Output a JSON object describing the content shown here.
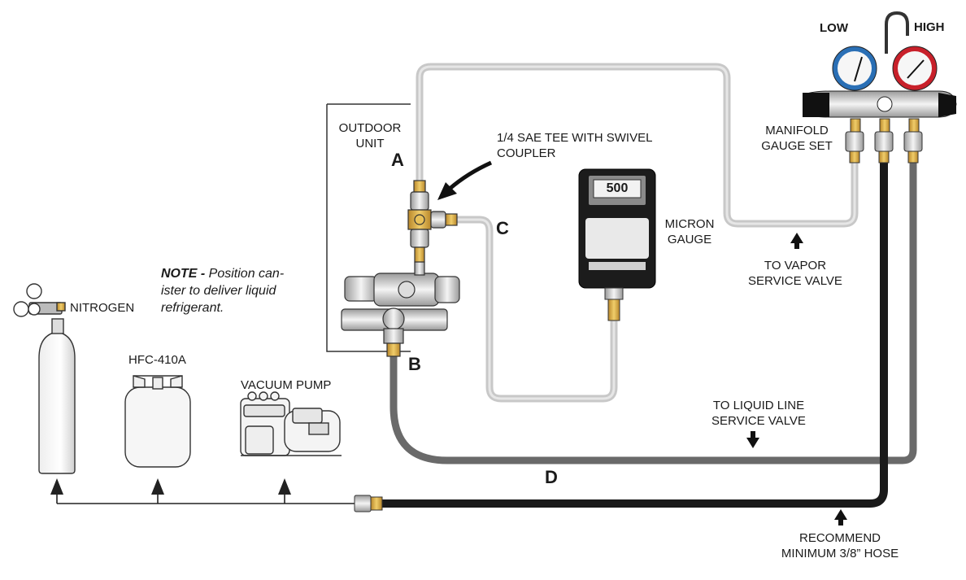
{
  "labels": {
    "outdoor_unit": [
      "OUTDOOR",
      "UNIT"
    ],
    "point_a": "A",
    "point_b": "B",
    "point_c": "C",
    "point_d": "D",
    "tee": [
      "1/4 SAE TEE WITH SWIVEL",
      "COUPLER"
    ],
    "micron_gauge": [
      "MICRON",
      "GAUGE"
    ],
    "micron_reading": "500",
    "manifold": [
      "MANIFOLD",
      "GAUGE SET"
    ],
    "low": "LOW",
    "high": "HIGH",
    "to_vapor": [
      "TO VAPOR",
      "SERVICE VALVE"
    ],
    "to_liquid": [
      "TO LIQUID LINE",
      "SERVICE VALVE"
    ],
    "recommend": [
      "RECOMMEND",
      "MINIMUM 3/8” HOSE"
    ],
    "nitrogen": "NITROGEN",
    "hfc": "HFC-410A",
    "vacuum_pump": "VACUUM PUMP",
    "note_lead": "NOTE -",
    "note_lines": [
      " Position can-",
      "ister to deliver liquid",
      "refrigerant."
    ]
  },
  "colors": {
    "hose_light": "#c8c8c8",
    "hose_mid": "#6a6a6a",
    "hose_dark": "#1a1a1a",
    "brass": "#d9a93a",
    "low_gauge": "#2a6fb5",
    "high_gauge": "#c8202a"
  },
  "icons": [
    "arrow-up-icon",
    "arrow-down-icon",
    "curved-arrow-icon",
    "nitrogen-cylinder-icon",
    "refrigerant-canister-icon",
    "vacuum-pump-icon",
    "micron-gauge-icon",
    "manifold-gauge-icon"
  ]
}
